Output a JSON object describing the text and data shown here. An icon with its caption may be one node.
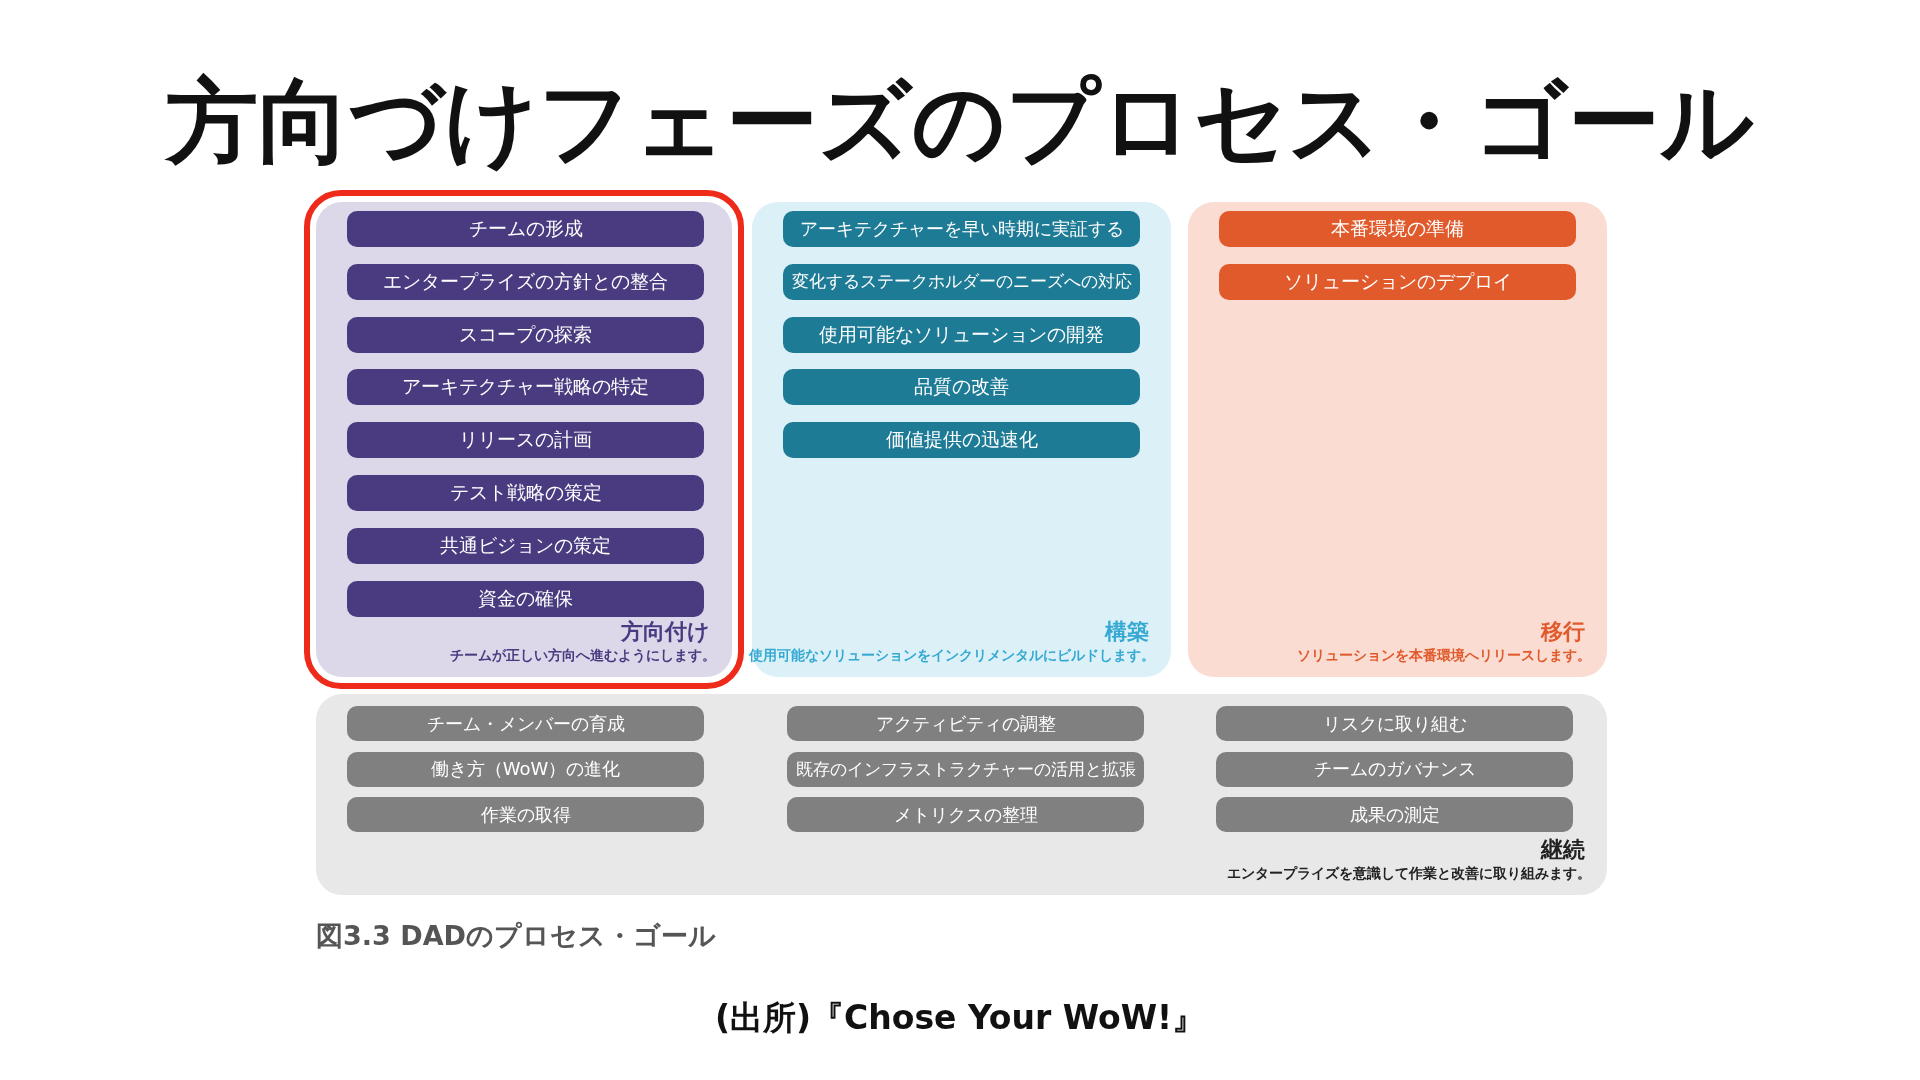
{
  "diagram": {
    "title": "方向づけフェーズのプロセス・ゴール",
    "caption": "図3.3 DADのプロセス・ゴール",
    "nodes": [
      {
        "text": [
          "方向付け",
          "チームが正しい方向へ進むようにします。"
        ]
      },
      {
        "text": [
          "チームの形成"
        ],
        "in": 0
      },
      {
        "text": [
          "エンタープライズの方針との整合"
        ],
        "in": 0
      },
      {
        "text": [
          "スコープの探索"
        ],
        "in": 0
      },
      {
        "text": [
          "アーキテクチャー戦略の特定"
        ],
        "in": 0
      },
      {
        "text": [
          "リリースの計画"
        ],
        "in": 0
      },
      {
        "text": [
          "テスト戦略の策定"
        ],
        "in": 0
      },
      {
        "text": [
          "共通ビジョンの策定"
        ],
        "in": 0
      },
      {
        "text": [
          "資金の確保"
        ],
        "in": 0
      },
      {
        "text": [
          "構築",
          "使用可能なソリューションをインクリメンタルにビルドします。"
        ]
      },
      {
        "text": [
          "アーキテクチャーを早い時期に実証する"
        ],
        "in": 9
      },
      {
        "text": [
          "変化するステークホルダーのニーズへの対応"
        ],
        "in": 9
      },
      {
        "text": [
          "使用可能なソリューションの開発"
        ],
        "in": 9
      },
      {
        "text": [
          "品質の改善"
        ],
        "in": 9
      },
      {
        "text": [
          "価値提供の迅速化"
        ],
        "in": 9
      },
      {
        "text": [
          "移行",
          "ソリューションを本番環境へリリースします。"
        ]
      },
      {
        "text": [
          "本番環境の準備"
        ],
        "in": 15
      },
      {
        "text": [
          "ソリューションのデプロイ"
        ],
        "in": 15
      },
      {
        "text": [
          "継続",
          "エンタープライズを意識して作業と改善に取り組みます。"
        ]
      },
      {
        "text": [
          "チーム・メンバーの育成"
        ],
        "in": 18
      },
      {
        "text": [
          "アクティビティの調整"
        ],
        "in": 18
      },
      {
        "text": [
          "リスクに取り組む"
        ],
        "in": 18
      },
      {
        "text": [
          "働き方（WoW）の進化"
        ],
        "in": 18
      },
      {
        "text": [
          "既存のインフラストラクチャーの活用と拡張"
        ],
        "in": 18
      },
      {
        "text": [
          "チームのガバナンス"
        ],
        "in": 18
      },
      {
        "text": [
          "作業の取得"
        ],
        "in": 18
      },
      {
        "text": [
          "メトリクスの整理"
        ],
        "in": 18
      },
      {
        "text": [
          "成果の測定"
        ],
        "in": 18
      }
    ],
    "labels": [
      "(出所)『Chose Your WoW!』"
    ]
  }
}
